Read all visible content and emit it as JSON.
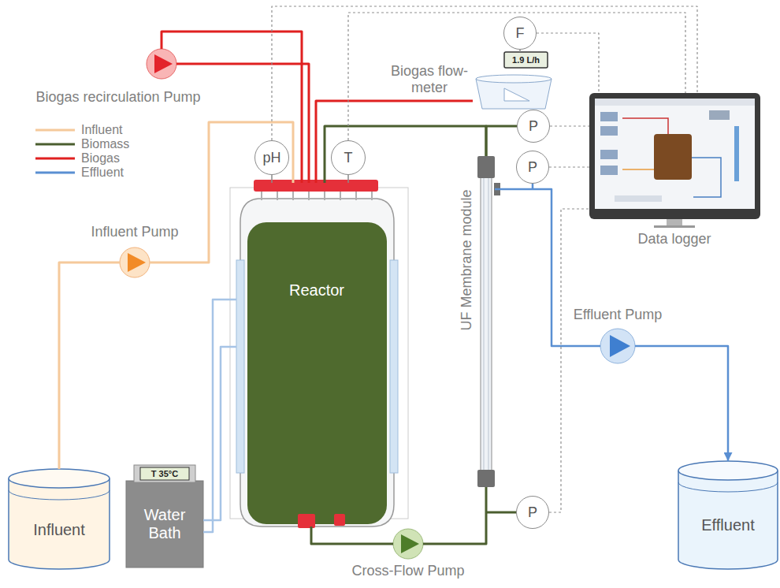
{
  "diagram": {
    "nodes": [
      {
        "text": [
          "Influent"
        ]
      },
      {
        "text": [
          "Influent Pump"
        ]
      },
      {
        "text": [
          "Biogas recirculation Pump"
        ]
      },
      {
        "text": [
          "pH"
        ]
      },
      {
        "text": [
          "T"
        ]
      },
      {
        "text": [
          "Reactor"
        ]
      },
      {
        "text": [
          "T 35°C",
          "Water Bath"
        ]
      },
      {
        "text": [
          "Cross-Flow Pump"
        ]
      },
      {
        "text": [
          "UF Membrane module"
        ]
      },
      {
        "text": [
          "F"
        ]
      },
      {
        "text": [
          "1.9 L/h",
          "Biogas flow-meter"
        ]
      },
      {
        "text": [
          "P"
        ]
      },
      {
        "text": [
          "P"
        ]
      },
      {
        "text": [
          "P"
        ]
      },
      {
        "text": [
          "Data logger"
        ]
      },
      {
        "text": [
          "Effluent Pump"
        ]
      },
      {
        "text": [
          "Effluent"
        ]
      }
    ],
    "edges": [
      {
        "from": 0,
        "to": 1,
        "arrow": "none"
      },
      {
        "from": 1,
        "to": 5,
        "arrow": "none"
      },
      {
        "from": 5,
        "to": 2,
        "arrow": "none"
      },
      {
        "from": 2,
        "to": 5,
        "arrow": "none"
      },
      {
        "from": 5,
        "to": 10,
        "arrow": "none"
      },
      {
        "from": 8,
        "to": 5,
        "arrow": "none"
      },
      {
        "from": 8,
        "to": 11,
        "arrow": "none"
      },
      {
        "from": 5,
        "to": 7,
        "arrow": "none"
      },
      {
        "from": 7,
        "to": 8,
        "arrow": "none"
      },
      {
        "from": 8,
        "to": 15,
        "arrow": "none"
      },
      {
        "from": 15,
        "to": 16,
        "arrow": "to"
      },
      {
        "from": 6,
        "to": 5,
        "arrow": "none"
      },
      {
        "from": 5,
        "to": 6,
        "arrow": "none"
      },
      {
        "from": 3,
        "to": 5,
        "arrow": "none"
      },
      {
        "from": 4,
        "to": 5,
        "arrow": "none"
      },
      {
        "from": 9,
        "to": 10,
        "arrow": "none"
      },
      {
        "from": 3,
        "to": 14,
        "arrow": "none"
      },
      {
        "from": 4,
        "to": 14,
        "arrow": "none"
      },
      {
        "from": 9,
        "to": 14,
        "arrow": "none"
      },
      {
        "from": 11,
        "to": 14,
        "arrow": "none"
      },
      {
        "from": 12,
        "to": 14,
        "arrow": "none"
      },
      {
        "from": 13,
        "to": 14,
        "arrow": "none"
      }
    ],
    "legend": [
      {
        "text": "Influent"
      },
      {
        "text": "Biomass"
      },
      {
        "text": "Biogas"
      },
      {
        "text": "Effluent"
      }
    ]
  }
}
